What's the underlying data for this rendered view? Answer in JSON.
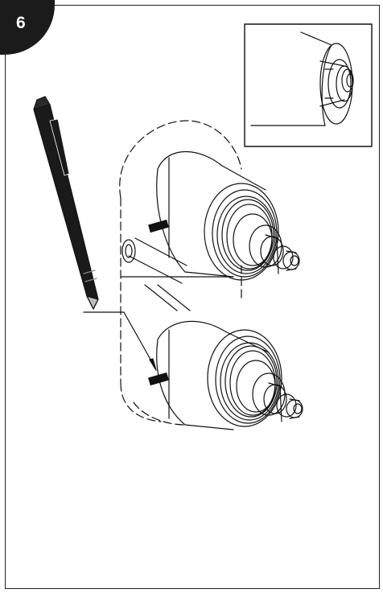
{
  "step": {
    "number": "6"
  },
  "colors": {
    "line": "#111111",
    "badge": "#1b1b1b",
    "pencil": "#1a1a1a",
    "background": "#ffffff"
  },
  "icons": {
    "pencil": "pencil-icon",
    "cartridge": "thermostatic-cartridge",
    "detail": "detail-inset"
  }
}
